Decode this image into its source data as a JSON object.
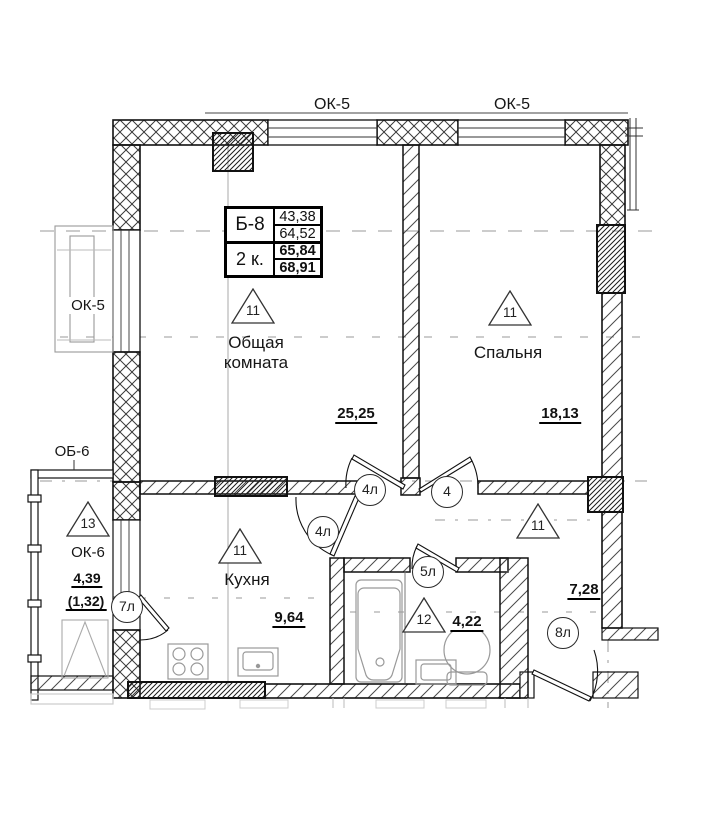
{
  "info_table": {
    "unit": "Б-8",
    "type": "2 к.",
    "values": [
      "43,38",
      "64,52",
      "65,84",
      "68,91"
    ]
  },
  "labels": {
    "ok5_top_left": "ОК-5",
    "ok5_top_right": "ОК-5",
    "ok5_side": "ОК-5",
    "ob6": "ОБ-6",
    "ok6": "ОК-6"
  },
  "rooms": {
    "living": {
      "marker": "11",
      "name_line1": "Общая",
      "name_line2": "комната",
      "area": "25,25"
    },
    "bedroom": {
      "marker": "11",
      "name": "Спальня",
      "area": "18,13"
    },
    "kitchen": {
      "marker": "11",
      "name": "Кухня",
      "area": "9,64"
    },
    "bathroom": {
      "marker": "12",
      "area": "4,22"
    },
    "hall": {
      "marker": "11",
      "area": "7,28"
    },
    "balcony": {
      "marker": "13",
      "area": "4,39",
      "area_reduced": "(1,32)"
    }
  },
  "door_marks": {
    "living": "4л",
    "bedroom": "4",
    "kitchen": "4л",
    "bathroom": "5л",
    "balcony": "7л",
    "entrance": "8л"
  }
}
